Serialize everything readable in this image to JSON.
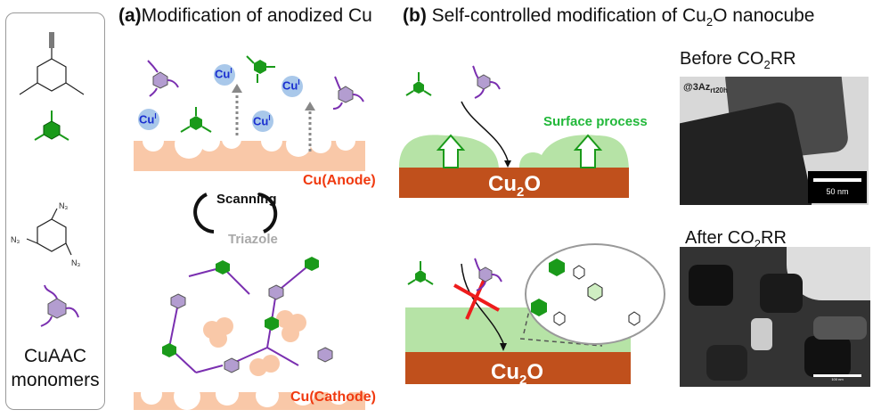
{
  "left_panel": {
    "label_line1": "CuAAC",
    "label_line2": "monomers",
    "monomers": [
      {
        "name": "triethynylbenzene",
        "icon": "green-hexagon-alkyne-icon"
      },
      {
        "name": "tris(azidomethyl)benzene",
        "icon": "purple-hexagon-azide-icon",
        "substituent_label": "N3"
      }
    ]
  },
  "panel_a": {
    "tag": "(a)",
    "title": "Modification of anodized Cu",
    "cu_ion_label": "Cu",
    "cu_ion_sup": "I",
    "anode_label": "Cu(Anode)",
    "scanning_label": "Scanning",
    "triazole_label": "Triazole",
    "cathode_label": "Cu(Cathode)",
    "colors": {
      "copper": "#f9c8a8",
      "label_red": "#f03a10",
      "cu_ion": "#a9c8ea",
      "cu_text": "#1a2fd0",
      "green": "#1a9a1a",
      "purple": "#b39dd0"
    }
  },
  "panel_b": {
    "tag": "(b)",
    "title_pre": "Self-controlled modification of Cu",
    "title_sub": "2",
    "title_post": "O nanocube",
    "surface_label": "Surface process",
    "substrate_main": "Cu",
    "substrate_sub": "2",
    "substrate_post": "O",
    "colors": {
      "substrate": "#c0501c",
      "layer": "#b6e3a6",
      "block": "#ee1c1c"
    }
  },
  "tem": {
    "before": {
      "pre": "Before CO",
      "sub": "2",
      "post": "RR",
      "sample_label": "@3Az",
      "sample_sub": "rt20h",
      "scale_bar": "50 nm"
    },
    "after": {
      "pre": "After CO",
      "sub": "2",
      "post": "RR",
      "scale_bar": "100 nm"
    }
  }
}
